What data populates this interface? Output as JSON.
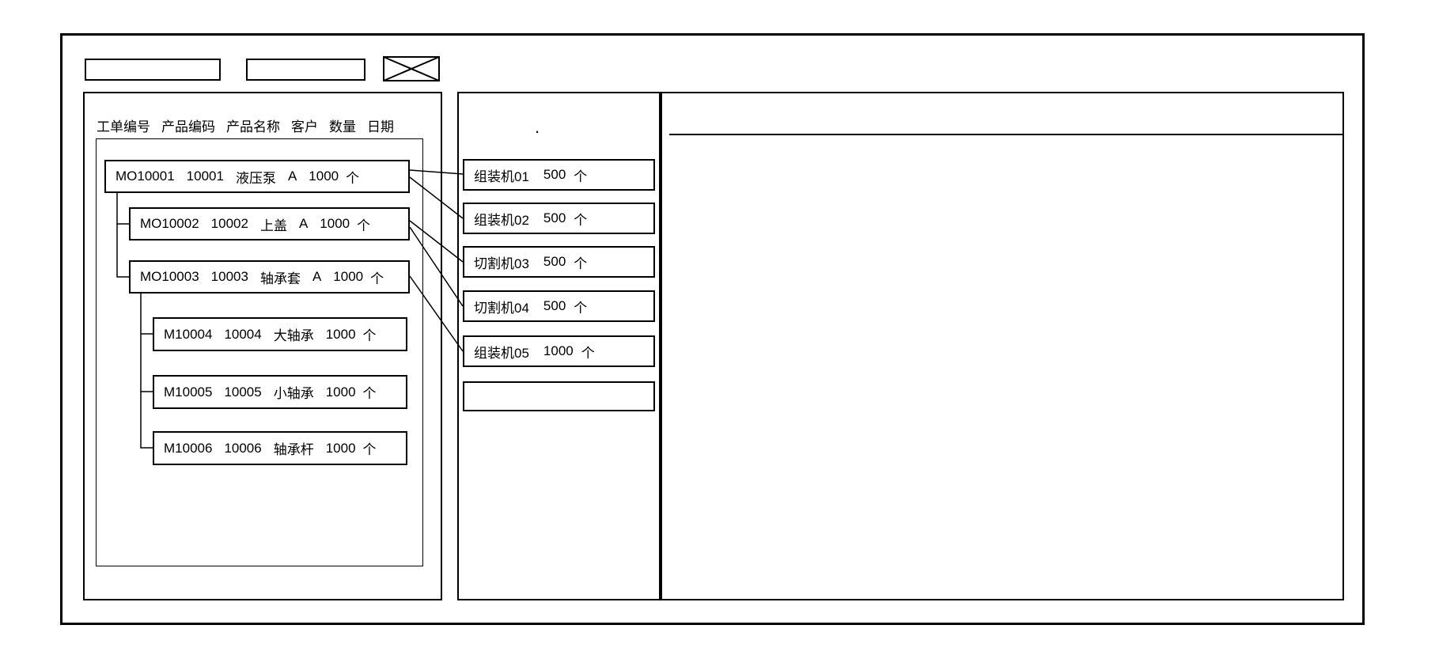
{
  "colors": {
    "border": "#000000",
    "background": "#ffffff"
  },
  "top_bar": {
    "field1_value": "",
    "field2_value": ""
  },
  "left_panel": {
    "columns": [
      "工单编号",
      "产品编码",
      "产品名称",
      "客户",
      "数量",
      "日期"
    ],
    "orders": [
      {
        "code": "MO10001",
        "product_code": "10001",
        "name": "液压泵",
        "customer": "A",
        "qty": "1000",
        "unit": "个"
      },
      {
        "code": "MO10002",
        "product_code": "10002",
        "name": "上盖",
        "customer": "A",
        "qty": "1000",
        "unit": "个"
      },
      {
        "code": "MO10003",
        "product_code": "10003",
        "name": "轴承套",
        "customer": "A",
        "qty": "1000",
        "unit": "个"
      },
      {
        "code": "M10004",
        "product_code": "10004",
        "name": "大轴承",
        "customer": "",
        "qty": "1000",
        "unit": "个"
      },
      {
        "code": "M10005",
        "product_code": "10005",
        "name": "小轴承",
        "customer": "",
        "qty": "1000",
        "unit": "个"
      },
      {
        "code": "M10006",
        "product_code": "10006",
        "name": "轴承杆",
        "customer": "",
        "qty": "1000",
        "unit": "个"
      }
    ]
  },
  "middle_panel": {
    "dot": ".",
    "machines": [
      {
        "name": "组装机01",
        "qty": "500",
        "unit": "个"
      },
      {
        "name": "组装机02",
        "qty": "500",
        "unit": "个"
      },
      {
        "name": "切割机03",
        "qty": "500",
        "unit": "个"
      },
      {
        "name": "切割机04",
        "qty": "500",
        "unit": "个"
      },
      {
        "name": "组装机05",
        "qty": "1000",
        "unit": "个"
      }
    ],
    "empty_slot": ""
  }
}
